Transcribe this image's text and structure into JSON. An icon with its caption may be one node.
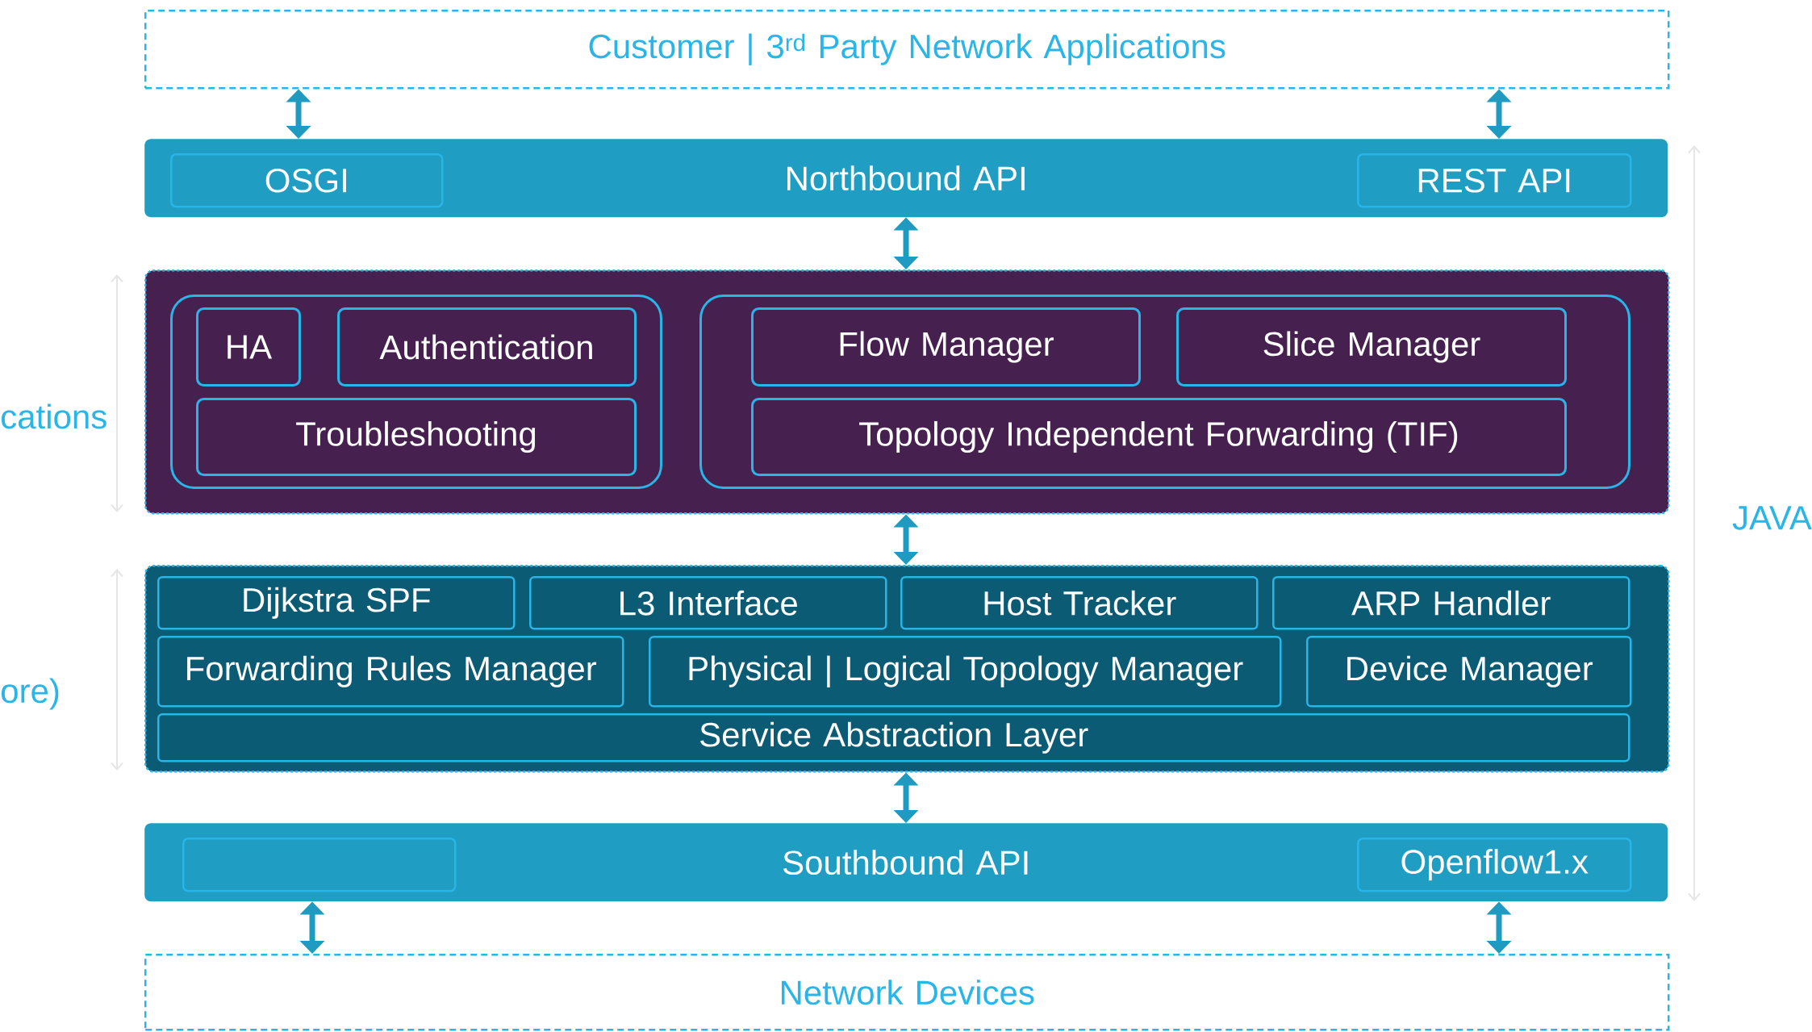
{
  "diagram": {
    "nodes": [
      {
        "text": [
          "Customer | 3$^{rd}$ Party Network Applications"
        ]
      },
      {
        "text": [
          "Northbound API"
        ]
      },
      {
        "text": [
          "OSGI"
        ],
        "in": 1
      },
      {
        "text": [
          "REST API"
        ],
        "in": 1
      },
      {
        "text": [],
        "shape": "box"
      },
      {
        "text": [],
        "shape": "box",
        "in": 4
      },
      {
        "text": [
          "HA"
        ],
        "in": 5
      },
      {
        "text": [
          "Authentication"
        ],
        "in": 5
      },
      {
        "text": [
          "Troubleshooting"
        ],
        "in": 5
      },
      {
        "text": [],
        "shape": "box",
        "in": 4
      },
      {
        "text": [
          "Flow Manager"
        ],
        "in": 9
      },
      {
        "text": [
          "Slice Manager"
        ],
        "in": 9
      },
      {
        "text": [
          "Topology Independent Forwarding (TIF)"
        ],
        "in": 9
      },
      {
        "text": [],
        "shape": "box"
      },
      {
        "text": [
          "Dijkstra SPF"
        ],
        "in": 13
      },
      {
        "text": [
          "L3 Interface"
        ],
        "in": 13
      },
      {
        "text": [
          "Host Tracker"
        ],
        "in": 13
      },
      {
        "text": [
          "ARP Handler"
        ],
        "in": 13
      },
      {
        "text": [
          "Forwarding Rules Manager"
        ],
        "in": 13
      },
      {
        "text": [
          "Physical | Logical Topology Manager"
        ],
        "in": 13
      },
      {
        "text": [
          "Device Manager"
        ],
        "in": 13
      },
      {
        "text": [
          "Service Abstraction Layer"
        ],
        "in": 13
      },
      {
        "text": [
          "Southbound API"
        ]
      },
      {
        "text": [],
        "shape": "box",
        "in": 22
      },
      {
        "text": [
          "Openflow1.x"
        ],
        "in": 22
      },
      {
        "text": [
          "Network Devices"
        ]
      }
    ],
    "edges": [
      {
        "from": 0,
        "to": 1,
        "arrow": "both"
      },
      {
        "from": 0,
        "to": 1,
        "arrow": "both"
      },
      {
        "from": 1,
        "to": 4,
        "arrow": "both"
      },
      {
        "from": 4,
        "to": 13,
        "arrow": "both"
      },
      {
        "from": 13,
        "to": 22,
        "arrow": "both"
      },
      {
        "from": 22,
        "to": 25,
        "arrow": "both"
      },
      {
        "from": 22,
        "to": 25,
        "arrow": "both"
      }
    ],
    "labels": [
      "cations",
      "ore)",
      "JAVA"
    ]
  }
}
